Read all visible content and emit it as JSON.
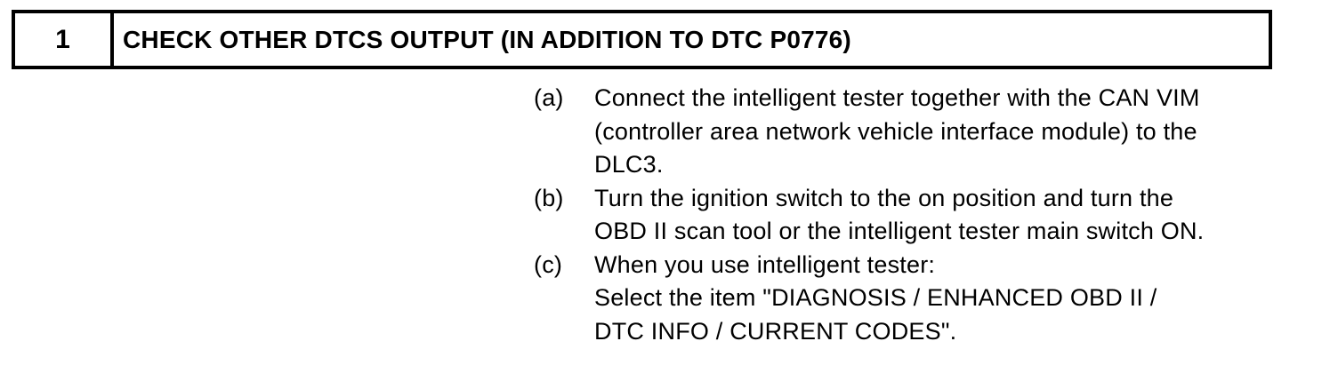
{
  "accent_colors": {
    "foreground": "#000000",
    "background": "#ffffff"
  },
  "step_header": {
    "number": "1",
    "title": "CHECK OTHER DTCS OUTPUT (IN ADDITION TO DTC P0776)"
  },
  "steps": [
    {
      "marker": "(a)",
      "lines": [
        "Connect the intelligent tester together with the CAN VIM",
        "(controller area network vehicle interface module) to the",
        "DLC3."
      ]
    },
    {
      "marker": "(b)",
      "lines": [
        "Turn the ignition switch to the on position and turn the",
        "OBD II scan tool or the intelligent tester main switch ON."
      ]
    },
    {
      "marker": "(c)",
      "lines": [
        "When you use intelligent tester:",
        "Select the item \"DIAGNOSIS / ENHANCED OBD II /",
        "DTC INFO / CURRENT CODES\"."
      ]
    }
  ]
}
